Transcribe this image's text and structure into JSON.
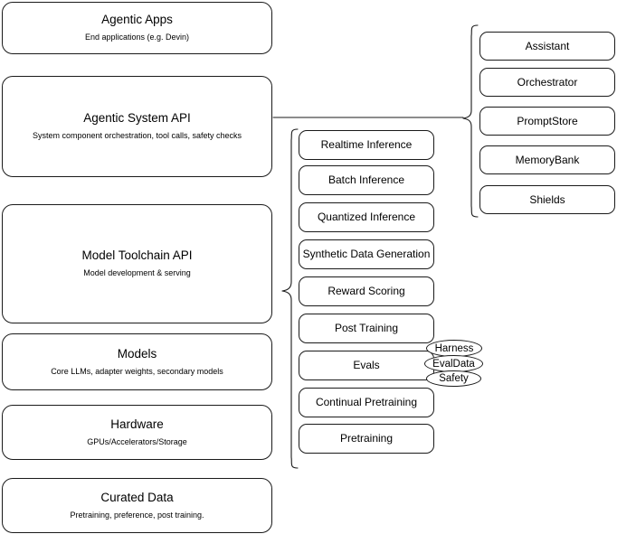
{
  "diagram": {
    "title": "Agentic stack layered architecture",
    "stroke_color": "#1a1a1a",
    "background_color": "#ffffff"
  },
  "layers": [
    {
      "title": "Agentic Apps",
      "subtitle": "End applications (e.g. Devin)"
    },
    {
      "title": "Agentic System API",
      "subtitle": "System component orchestration, tool calls, safety checks"
    },
    {
      "title": "Model Toolchain API",
      "subtitle": "Model development & serving"
    },
    {
      "title": "Models",
      "subtitle": "Core LLMs, adapter weights, secondary models"
    },
    {
      "title": "Hardware",
      "subtitle": "GPUs/Accelerators/Storage"
    },
    {
      "title": "Curated Data",
      "subtitle": "Pretraining, preference, post training."
    }
  ],
  "toolchain_items": [
    {
      "label": "Realtime Inference"
    },
    {
      "label": "Batch Inference"
    },
    {
      "label": "Quantized Inference"
    },
    {
      "label": "Synthetic Data Generation"
    },
    {
      "label": "Reward Scoring"
    },
    {
      "label": "Post Training"
    },
    {
      "label": "Evals"
    },
    {
      "label": "Continual Pretraining"
    },
    {
      "label": "Pretraining"
    }
  ],
  "system_items": [
    {
      "label": "Assistant"
    },
    {
      "label": "Orchestrator"
    },
    {
      "label": "PromptStore"
    },
    {
      "label": "MemoryBank"
    },
    {
      "label": "Shields"
    }
  ],
  "eval_tags": [
    {
      "label": "Harness"
    },
    {
      "label": "EvalData"
    },
    {
      "label": "Safety"
    }
  ]
}
